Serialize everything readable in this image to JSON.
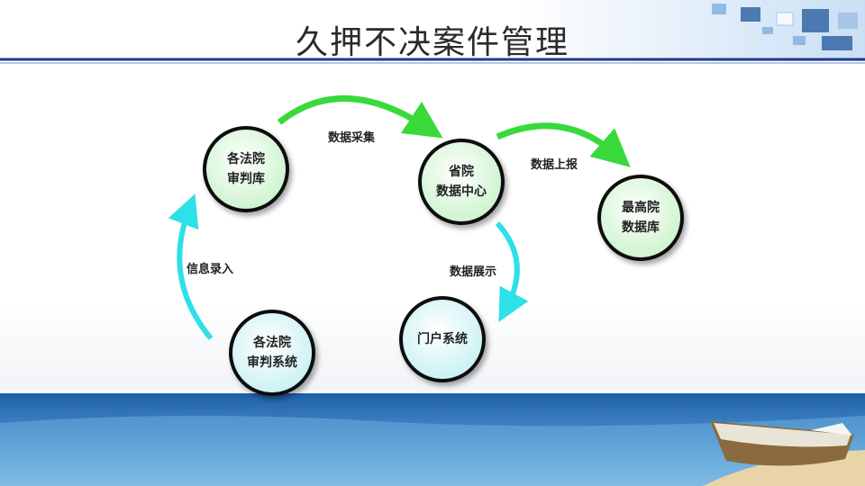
{
  "slide": {
    "title": "久押不决案件管理"
  },
  "colors": {
    "green_arrow": "#39d93c",
    "cyan_arrow": "#2ee0e8",
    "node_fill_light": "#e9fbe9",
    "node_fill_cyan": "#dff8f8",
    "node_stroke": "#111111",
    "header_blue": "#1f3a8a",
    "sea_blue": "#2e6fb4"
  },
  "nodes": {
    "court_trial_db": {
      "line1": "各法院",
      "line2": "审判库"
    },
    "provincial_center": {
      "line1": "省院",
      "line2": "数据中心"
    },
    "supreme_db": {
      "line1": "最高院",
      "line2": "数据库"
    },
    "portal_system": {
      "line1": "门户系统"
    },
    "court_trial_system": {
      "line1": "各法院",
      "line2": "审判系统"
    }
  },
  "edges": {
    "data_collection": "数据采集",
    "data_report": "数据上报",
    "data_display": "数据展示",
    "info_entry": "信息录入"
  }
}
